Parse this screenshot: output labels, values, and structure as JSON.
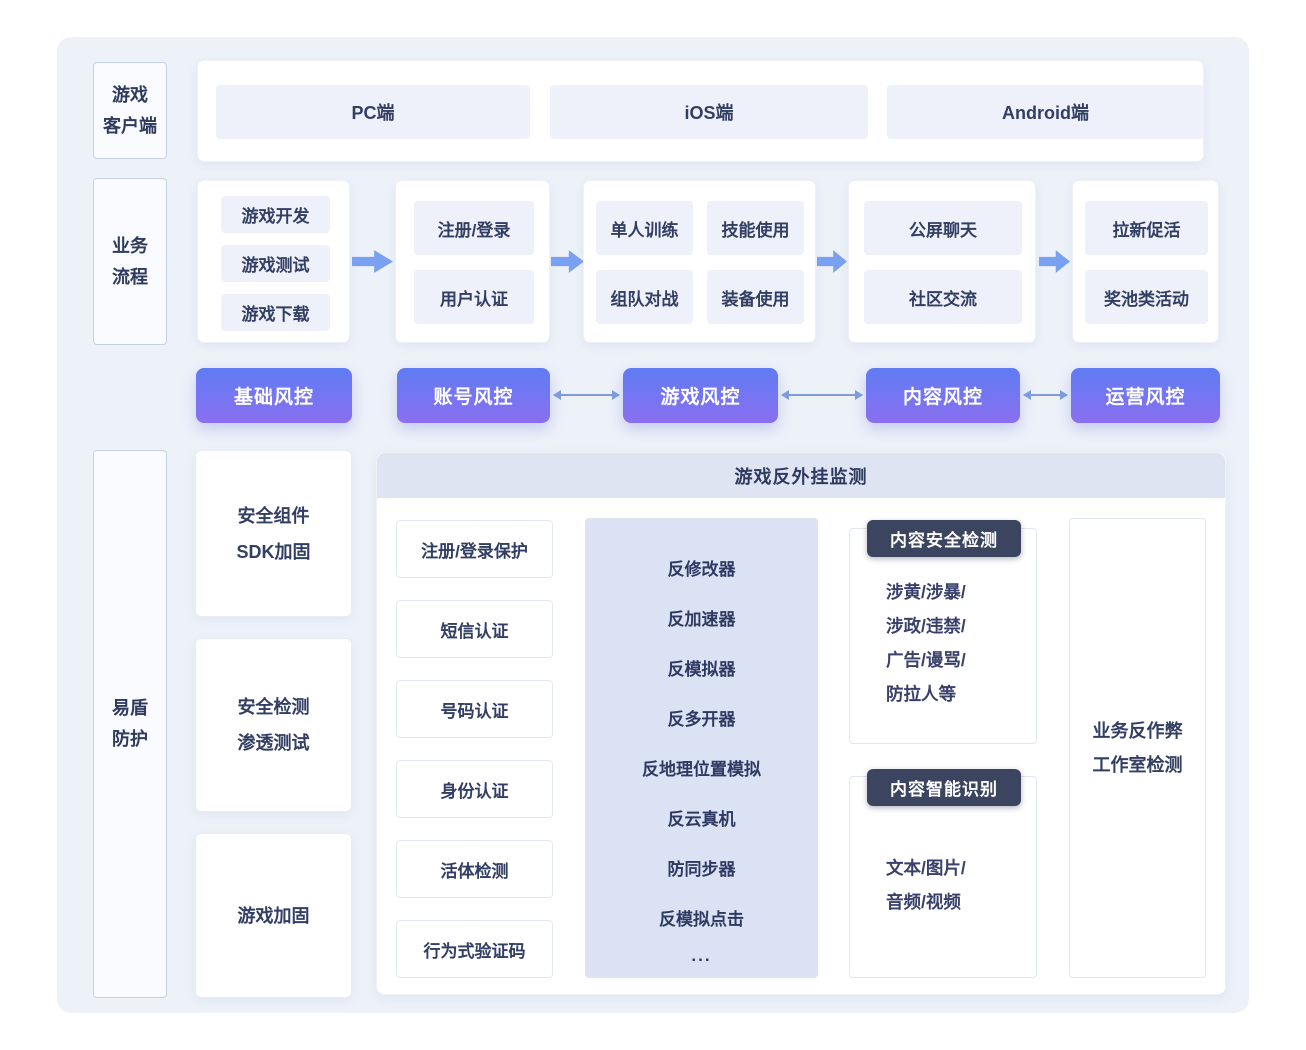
{
  "client_row": {
    "label_lines": [
      "游戏",
      "客户端"
    ],
    "platforms": [
      "PC端",
      "iOS端",
      "Android端"
    ]
  },
  "flow_row": {
    "label_lines": [
      "业务",
      "流程"
    ],
    "groups": [
      {
        "items": [
          "游戏开发",
          "游戏测试",
          "游戏下载"
        ]
      },
      {
        "items": [
          "注册/登录",
          "用户认证"
        ]
      },
      {
        "items": [
          "单人训练",
          "技能使用",
          "组队对战",
          "装备使用"
        ]
      },
      {
        "items": [
          "公屏聊天",
          "社区交流"
        ]
      },
      {
        "items": [
          "拉新促活",
          "奖池类活动"
        ]
      }
    ]
  },
  "risk_row": {
    "buttons": [
      "基础风控",
      "账号风控",
      "游戏风控",
      "内容风控",
      "运营风控"
    ]
  },
  "shield": {
    "label_lines": [
      "易盾",
      "防护"
    ],
    "side_boxes": [
      {
        "lines": [
          "安全组件",
          "SDK加固"
        ]
      },
      {
        "lines": [
          "安全检测",
          "渗透测试"
        ]
      },
      {
        "lines": [
          "游戏加固"
        ]
      }
    ],
    "panel": {
      "title": "游戏反外挂监测",
      "auth_items": [
        "注册/登录保护",
        "短信认证",
        "号码认证",
        "身份认证",
        "活体检测",
        "行为式验证码"
      ],
      "anticheat_items": [
        "反修改器",
        "反加速器",
        "反模拟器",
        "反多开器",
        "反地理位置模拟",
        "反云真机",
        "防同步器",
        "反模拟点击",
        "..."
      ],
      "content_safety": {
        "badge": "内容安全检测",
        "lines": [
          "涉黄/涉暴/",
          "涉政/违禁/",
          "广告/谩骂/",
          "防拉人等"
        ]
      },
      "content_ai": {
        "badge": "内容智能识别",
        "lines": [
          "文本/图片/",
          "音频/视频"
        ]
      },
      "studio_box": {
        "lines": [
          "业务反作弊",
          "工作室检测"
        ]
      }
    }
  },
  "colors": {
    "canvas_bg": "#edf1f8",
    "risk_gradient_start": "#5f7cf3",
    "risk_gradient_end": "#8a6ff0",
    "arrow_blue": "#7aa1f1",
    "thin_arrow_blue": "#7d9ddf",
    "badge_dark": "#3b455f",
    "panel_header_bg": "#dfe4f3",
    "anticheat_panel_bg": "#dbe2f4",
    "text_navy": "#2e3a5e"
  }
}
